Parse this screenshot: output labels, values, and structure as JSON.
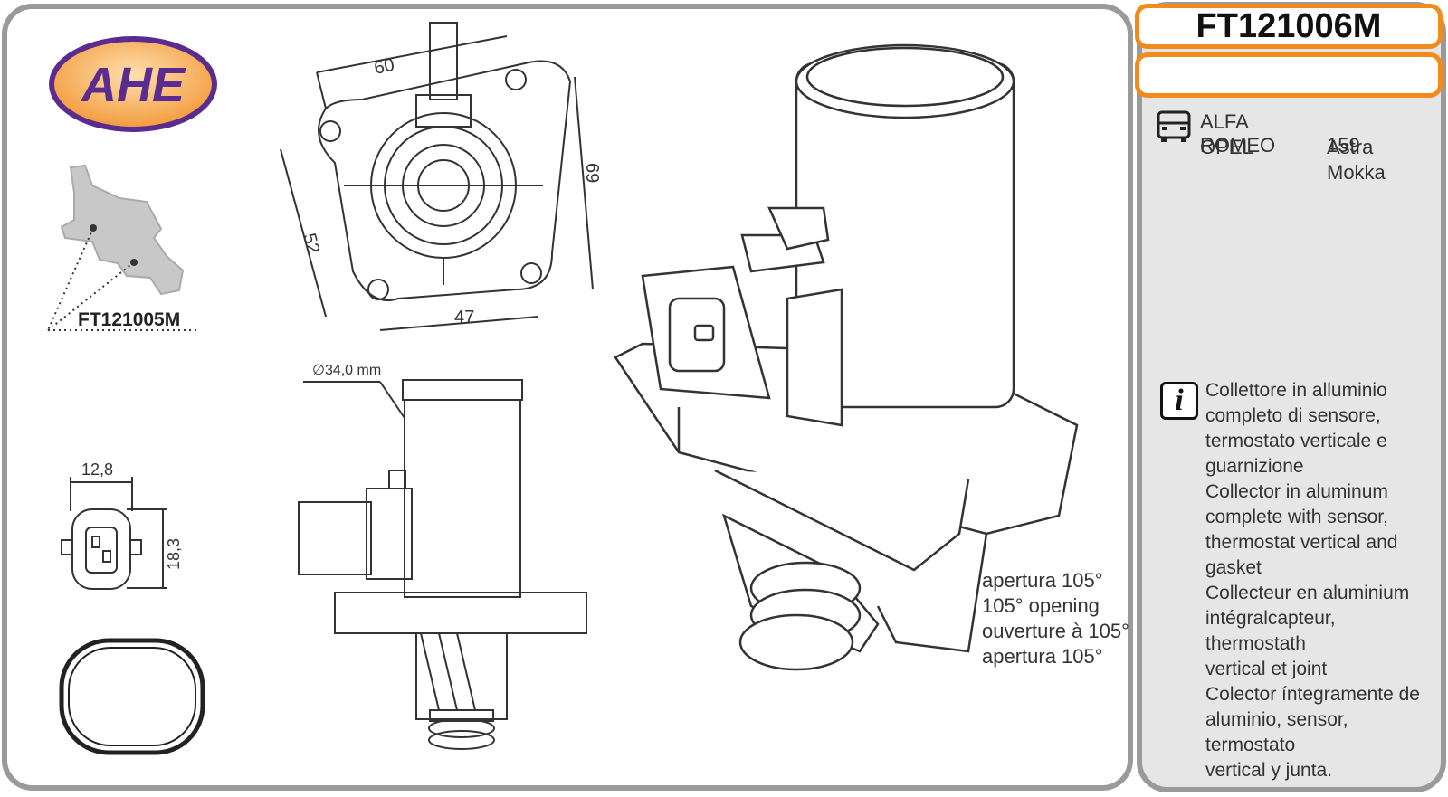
{
  "part_code": "FT121006M",
  "brand_logo": {
    "text": "AHE",
    "fill": "#f7a84a",
    "outline": "#5b2c8f"
  },
  "vehicles": {
    "icon": "car-front-icon",
    "rows": [
      {
        "make": "ALFA ROMEO",
        "model": "159"
      },
      {
        "make": "OPEL",
        "model": "Astra"
      },
      {
        "make": "",
        "model": "Mokka"
      }
    ]
  },
  "info": {
    "icon": "info-icon",
    "glyph": "i",
    "text": "Collettore in alluminio\ncompleto di sensore,\ntermostato verticale e\nguarnizione\nCollector in aluminum\ncomplete with sensor,\nthermostat vertical and\ngasket\nCollecteur en aluminium\nintégralcapteur, thermostath\nvertical  et joint\nColector íntegramente de\naluminio, sensor, termostato\nvertical y junta."
  },
  "drawing": {
    "related_part": "FT121005M",
    "dim_60": "60",
    "dim_69": "69",
    "dim_52": "52",
    "dim_47": "47",
    "diameter": "∅34,0 mm",
    "dim_12_8": "12,8",
    "dim_18_3": "18,3",
    "opening_text": "apertura 105°\n105° opening\nouverture à 105°\napertura 105°"
  },
  "colors": {
    "accent": "#f08b1c",
    "panel_border": "#9a9a9a",
    "side_bg": "#e6e6e6"
  }
}
